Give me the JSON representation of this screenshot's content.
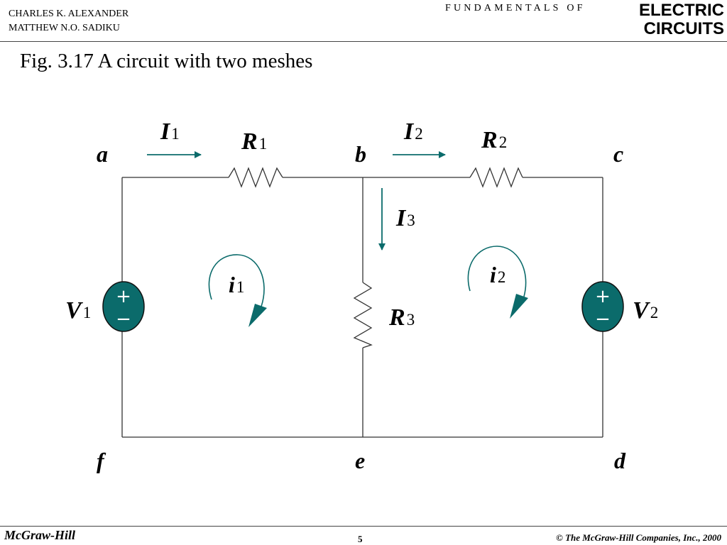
{
  "header": {
    "author_line1": "CHARLES K. ALEXANDER",
    "author_line2": "MATTHEW N.O. SADIKU",
    "series": "FUNDAMENTALS OF",
    "logo_line1": "ELECTRIC",
    "logo_line2": "CIRCUITS"
  },
  "title": "Fig. 3.17  A circuit with two meshes",
  "diagram": {
    "nodes": {
      "a": "a",
      "b": "b",
      "c": "c",
      "d": "d",
      "e": "e",
      "f": "f"
    },
    "components": [
      {
        "id": "R1",
        "type": "resistor",
        "between": [
          "a",
          "b"
        ]
      },
      {
        "id": "R2",
        "type": "resistor",
        "between": [
          "b",
          "c"
        ]
      },
      {
        "id": "R3",
        "type": "resistor",
        "between": [
          "b",
          "e"
        ]
      },
      {
        "id": "V1",
        "type": "voltage-source",
        "between": [
          "a",
          "f"
        ]
      },
      {
        "id": "V2",
        "type": "voltage-source",
        "between": [
          "c",
          "d"
        ]
      }
    ],
    "labels": {
      "R1": {
        "main": "R",
        "sub": "1"
      },
      "R2": {
        "main": "R",
        "sub": "2"
      },
      "R3": {
        "main": "R",
        "sub": "3"
      },
      "V1": {
        "main": "V",
        "sub": "1"
      },
      "V2": {
        "main": "V",
        "sub": "2"
      },
      "I1": {
        "main": "I",
        "sub": "1"
      },
      "I2": {
        "main": "I",
        "sub": "2"
      },
      "I3": {
        "main": "I",
        "sub": "3"
      },
      "i1": {
        "main": "i",
        "sub": "1"
      },
      "i2": {
        "main": "i",
        "sub": "2"
      }
    },
    "source_plus": "+",
    "source_minus": "−",
    "accent_color": "#0b6b6b"
  },
  "footer": {
    "publisher": "McGraw-Hill",
    "page": "5",
    "copyright": "© The McGraw-Hill Companies, Inc., 2000"
  }
}
